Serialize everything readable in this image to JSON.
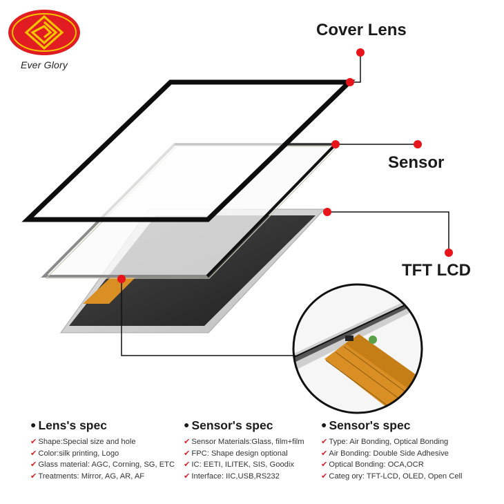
{
  "brand": {
    "name": "Ever Glory",
    "accent": "#e11d23",
    "gold": "#f5c400"
  },
  "labels": {
    "cover_lens": "Cover Lens",
    "sensor": "Sensor",
    "tft_lcd": "TFT LCD"
  },
  "colors": {
    "callout_dot": "#e8141b",
    "fpc": "#d78a1a",
    "frame": "#111111"
  },
  "specs": [
    {
      "title": "Lens's spec",
      "items": [
        "Shape:Special size and hole",
        "Color:silk printing, Logo",
        "Glass material: AGC, Corning, SG, ETC",
        "Treatments: Mirror, AG, AR, AF"
      ]
    },
    {
      "title": "Sensor's spec",
      "items": [
        "Sensor Materials:Glass, film+film",
        "FPC:  Shape design optional",
        "IC:  EETI,  ILITEK,  SIS,  Goodix",
        "Interface:  IIC,USB,RS232"
      ]
    },
    {
      "title": "Sensor's spec",
      "items": [
        "Type:  Air Bonding,  Optical Bonding",
        "Air Bonding:  Double Side Adhesive",
        "Optical Bonding:  OCA,OCR",
        "Categ ory:  TFT-LCD, OLED, Open Cell"
      ]
    }
  ]
}
